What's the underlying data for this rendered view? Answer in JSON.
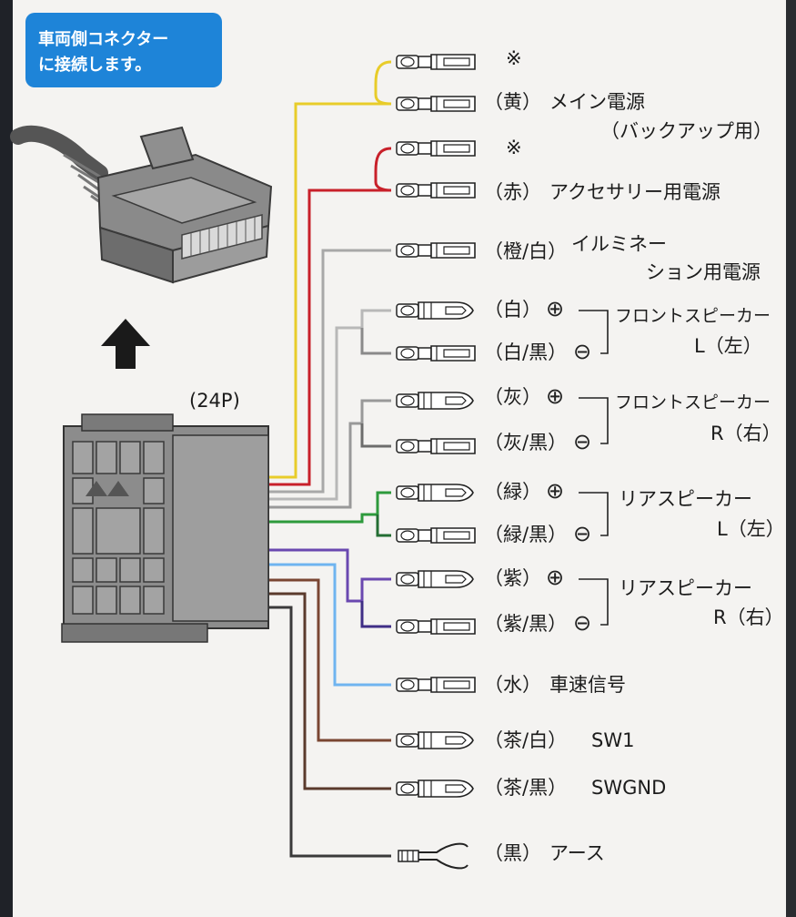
{
  "note": {
    "line1": "車両側コネクター",
    "line2": "に接続します。"
  },
  "connector_label": "(24P)",
  "wires": [
    {
      "id": "yellow-aux",
      "color_name": "",
      "function": "※",
      "line2": "",
      "wire_color": "#e8cc2a",
      "terminal": "plug"
    },
    {
      "id": "yellow",
      "color_name": "（黄）",
      "function": "メイン電源",
      "line2": "（バックアップ用）",
      "wire_color": "#e8cc2a",
      "terminal": "plug"
    },
    {
      "id": "red-aux",
      "color_name": "",
      "function": "※",
      "line2": "",
      "wire_color": "#c8202a",
      "terminal": "plug"
    },
    {
      "id": "red",
      "color_name": "（赤）",
      "function": "アクセサリー用電源",
      "line2": "",
      "wire_color": "#c8202a",
      "terminal": "plug"
    },
    {
      "id": "orange-white",
      "color_name": "（橙/白）",
      "function": "イルミネー",
      "line2": "ション用電源",
      "wire_color": "#a8a8a8",
      "terminal": "plug"
    },
    {
      "id": "white",
      "color_name": "（白）",
      "function": "",
      "line2": "",
      "wire_color": "#b8b8b8",
      "terminal": "socket"
    },
    {
      "id": "white-black",
      "color_name": "（白/黒）",
      "function": "",
      "line2": "",
      "wire_color": "#8a8a8a",
      "terminal": "plug"
    },
    {
      "id": "gray",
      "color_name": "（灰）",
      "function": "",
      "line2": "",
      "wire_color": "#999999",
      "terminal": "socket"
    },
    {
      "id": "gray-black",
      "color_name": "（灰/黒）",
      "function": "",
      "line2": "",
      "wire_color": "#6c6c6c",
      "terminal": "plug"
    },
    {
      "id": "green",
      "color_name": "（緑）",
      "function": "",
      "line2": "",
      "wire_color": "#2d9a3c",
      "terminal": "socket"
    },
    {
      "id": "green-black",
      "color_name": "（緑/黒）",
      "function": "",
      "line2": "",
      "wire_color": "#236e33",
      "terminal": "plug"
    },
    {
      "id": "purple",
      "color_name": "（紫）",
      "function": "",
      "line2": "",
      "wire_color": "#6a48b0",
      "terminal": "socket"
    },
    {
      "id": "purple-black",
      "color_name": "（紫/黒）",
      "function": "",
      "line2": "",
      "wire_color": "#3f2e86",
      "terminal": "plug"
    },
    {
      "id": "light-blue",
      "color_name": "（水）",
      "function": "車速信号",
      "line2": "",
      "wire_color": "#6fb4f0",
      "terminal": "plug"
    },
    {
      "id": "brown-white",
      "color_name": "（茶/白）",
      "function": "SW1",
      "line2": "",
      "wire_color": "#7a4632",
      "terminal": "socket"
    },
    {
      "id": "brown-black",
      "color_name": "（茶/黒）",
      "function": "SWGND",
      "line2": "",
      "wire_color": "#5a3a2c",
      "terminal": "socket"
    },
    {
      "id": "black",
      "color_name": "（黒）",
      "function": "アース",
      "line2": "",
      "wire_color": "#3a3a3a",
      "terminal": "fork"
    }
  ],
  "speakers": [
    {
      "name": "フロントスピーカー",
      "side": "L（左）"
    },
    {
      "name": "フロントスピーカー",
      "side": "R（右）"
    },
    {
      "name": "リアスピーカー",
      "side": "L（左）"
    },
    {
      "name": "リアスピーカー",
      "side": "R（右）"
    }
  ],
  "signs": {
    "plus": "⊕",
    "minus": "⊖"
  }
}
